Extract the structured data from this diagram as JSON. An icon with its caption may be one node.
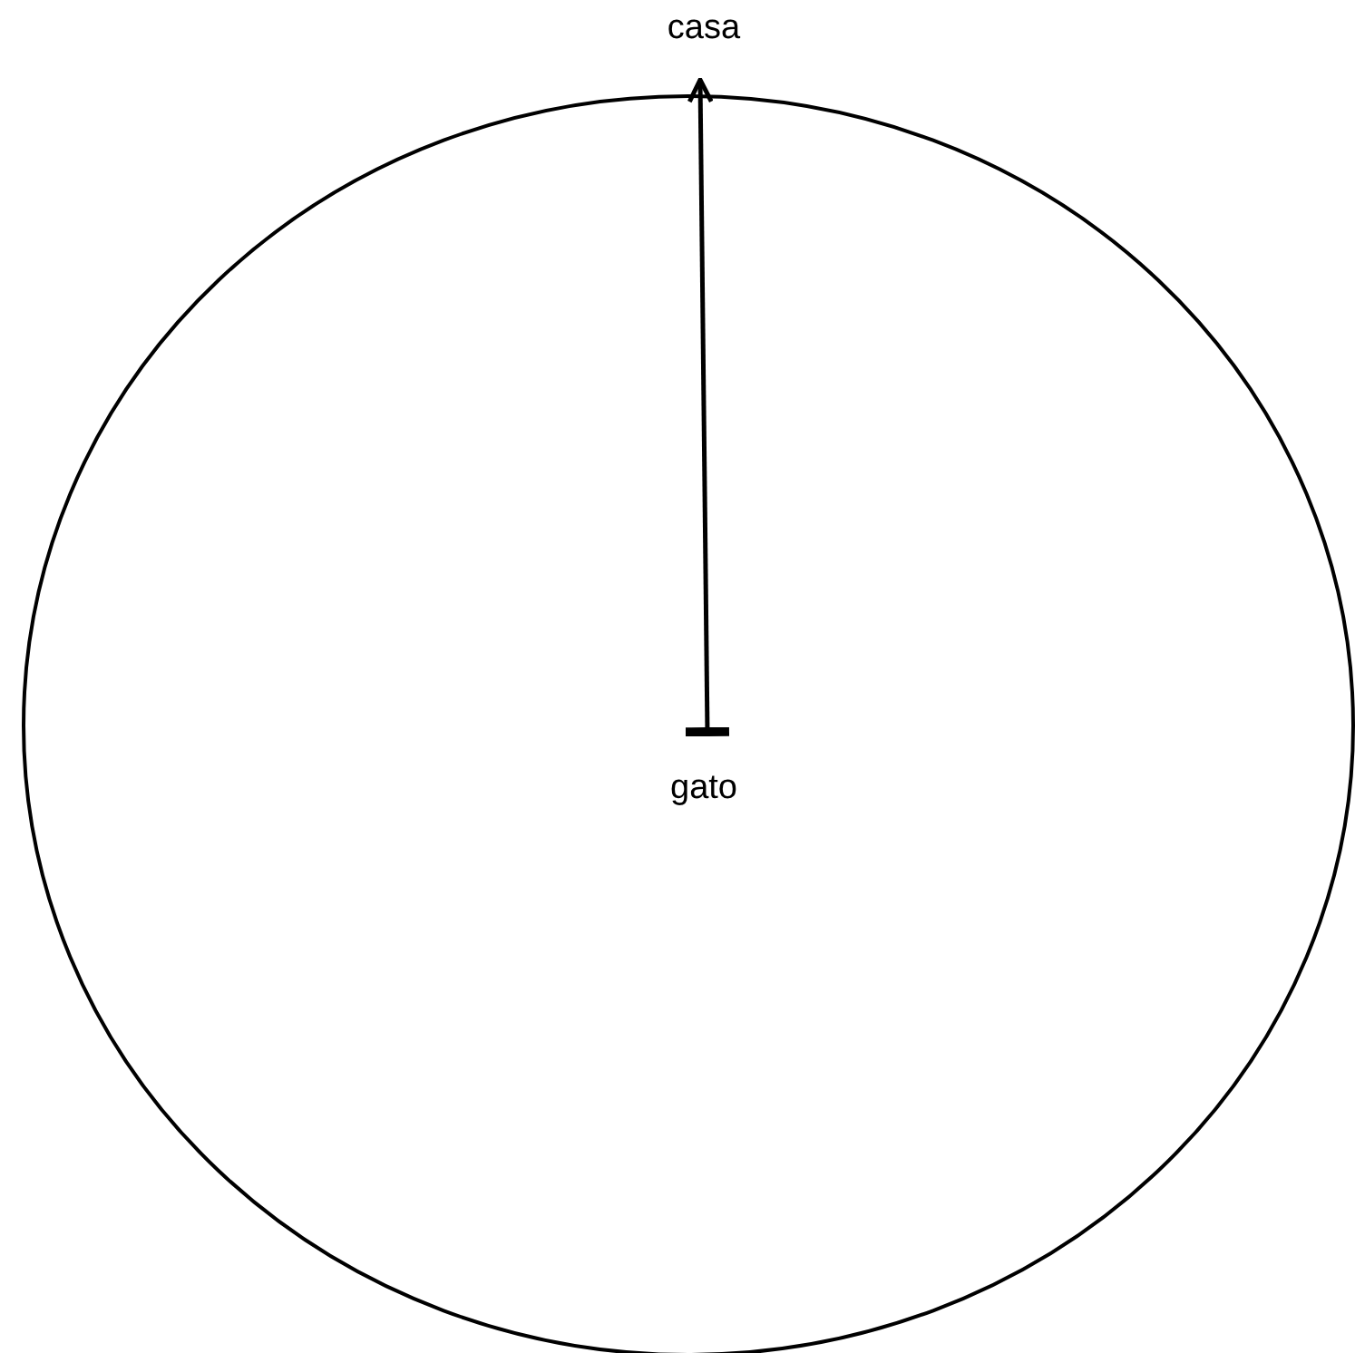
{
  "diagram": {
    "nodes": [
      {
        "text": [],
        "shape": "circle"
      },
      {
        "text": [
          "casa"
        ]
      },
      {
        "text": [
          "gato"
        ],
        "in": 0
      }
    ],
    "edges": [
      {
        "from": 2,
        "to": 1,
        "arrow": "to"
      }
    ]
  }
}
